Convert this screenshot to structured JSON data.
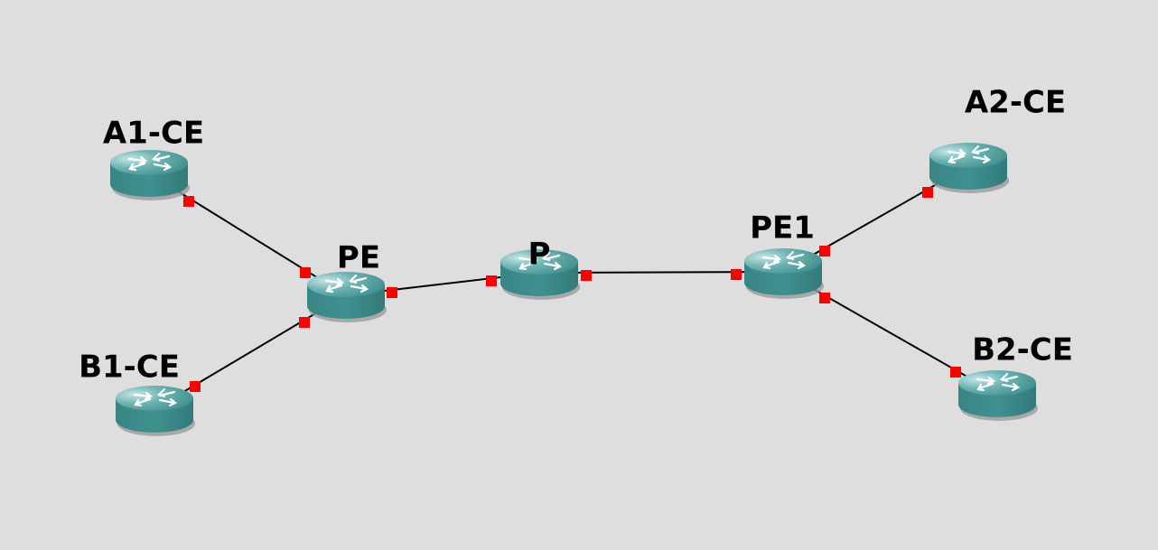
{
  "colors": {
    "background": "#dedede",
    "link": "#000000",
    "port": "#ff0000",
    "router_body": "#3b8a8a",
    "router_top": "#55a8a8",
    "router_top_light": "#a8d4d4"
  },
  "nodes": [
    {
      "id": "a1ce",
      "label": "A1-CE",
      "icon": "router-icon"
    },
    {
      "id": "b1ce",
      "label": "B1-CE",
      "icon": "router-icon"
    },
    {
      "id": "pe",
      "label": "PE",
      "icon": "router-icon"
    },
    {
      "id": "p",
      "label": "P",
      "icon": "router-icon"
    },
    {
      "id": "pe1",
      "label": "PE1",
      "icon": "router-icon"
    },
    {
      "id": "a2ce",
      "label": "A2-CE",
      "icon": "router-icon"
    },
    {
      "id": "b2ce",
      "label": "B2-CE",
      "icon": "router-icon"
    }
  ],
  "links": [
    {
      "from": "a1ce",
      "to": "pe"
    },
    {
      "from": "b1ce",
      "to": "pe"
    },
    {
      "from": "pe",
      "to": "p"
    },
    {
      "from": "p",
      "to": "pe1"
    },
    {
      "from": "pe1",
      "to": "a2ce"
    },
    {
      "from": "pe1",
      "to": "b2ce"
    }
  ]
}
